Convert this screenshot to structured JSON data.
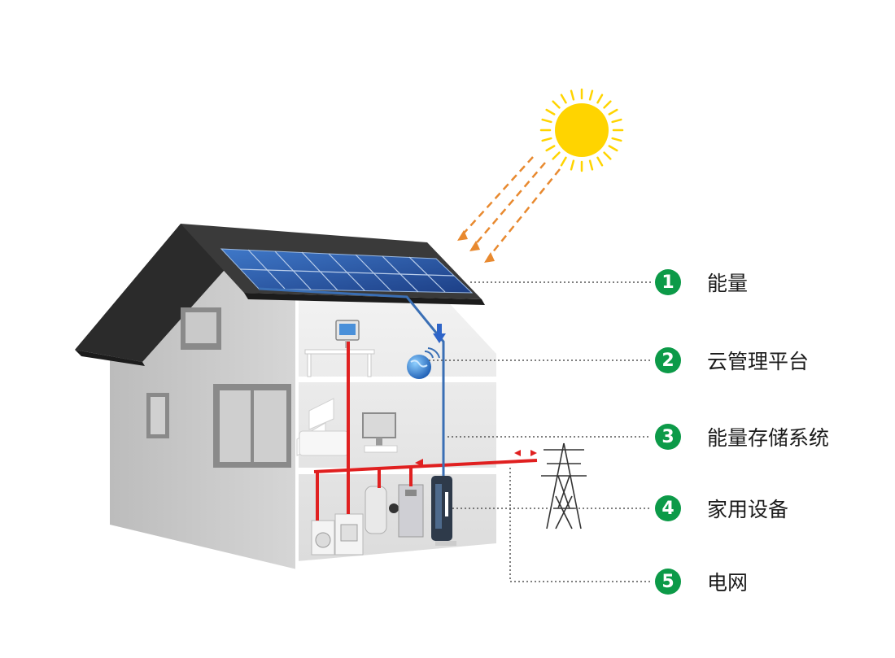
{
  "colors": {
    "badge": "#0c9a48",
    "sun": "#ffd400",
    "sun_rays": "#e8892f",
    "power_line": "#e02020",
    "data_line": "#3a6fb5",
    "roof": "#2b2b2b",
    "leader": "#555555"
  },
  "legend": [
    {
      "number": "1",
      "label": "能量"
    },
    {
      "number": "2",
      "label": "云管理平台"
    },
    {
      "number": "3",
      "label": "能量存储系统"
    },
    {
      "number": "4",
      "label": "家用设备"
    },
    {
      "number": "5",
      "label": "电网"
    }
  ],
  "icons": [
    "sun-icon",
    "solar-panel-icon",
    "cloud-globe-icon",
    "monitor-icon",
    "battery-storage-icon",
    "transmission-tower-icon",
    "washing-machine-icon",
    "water-heater-icon"
  ]
}
